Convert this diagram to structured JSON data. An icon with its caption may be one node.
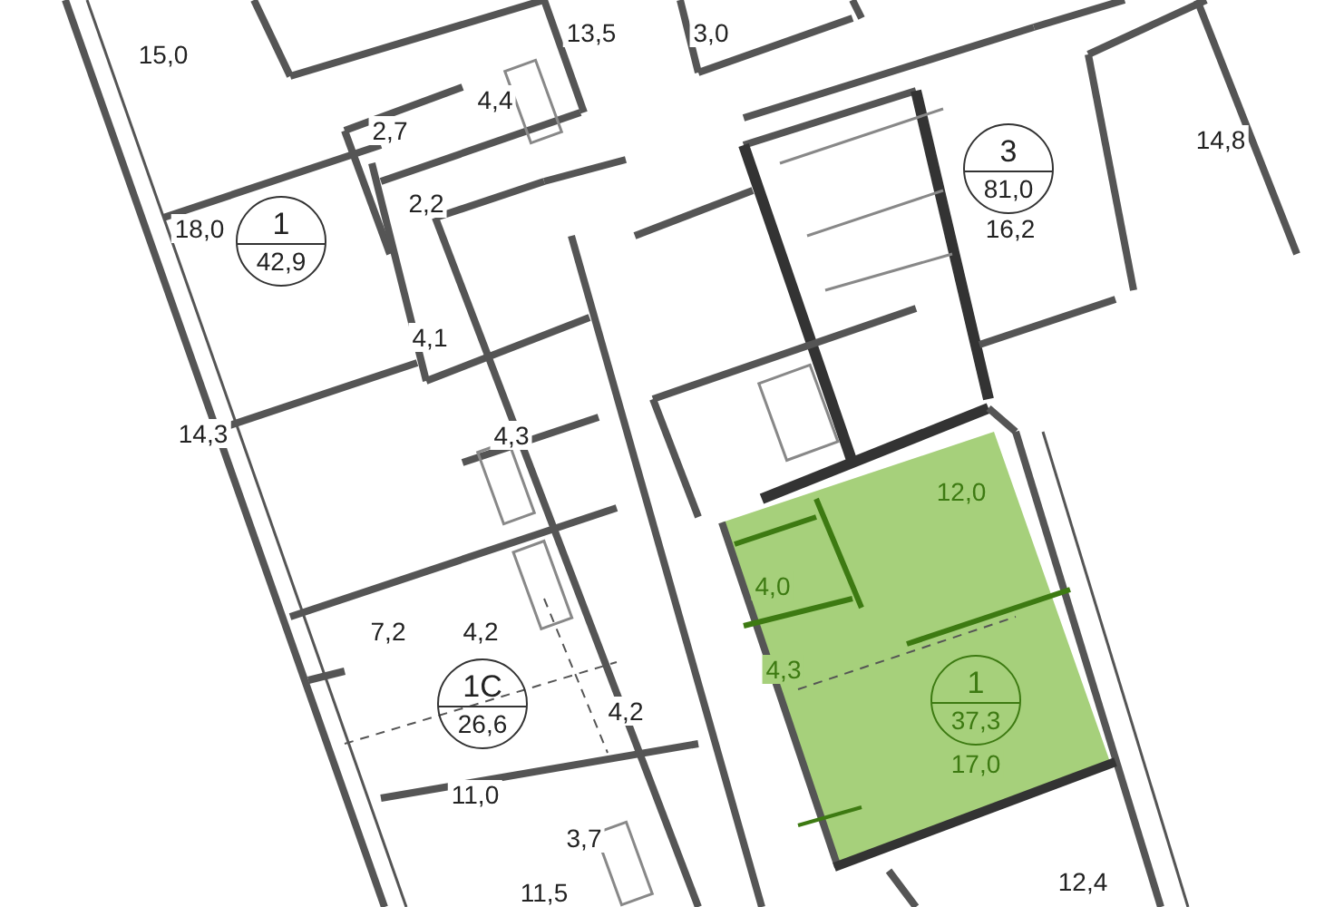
{
  "diagram": {
    "nodes": [
      {
        "text": [
          "3",
          "81,0"
        ]
      },
      {
        "text": [
          "1",
          "42,9"
        ]
      },
      {
        "text": [
          "1С",
          "26,6"
        ]
      },
      {
        "text": [
          "1",
          "37,3"
        ]
      }
    ],
    "labels": [
      "13,5",
      "3,0",
      "15,0",
      "4,4",
      "2,7",
      "14,8",
      "2,2",
      "18,0",
      "16,2",
      "4,1",
      "14,3",
      "4,3",
      "12,0",
      "4,0",
      "7,2",
      "4,2",
      "4,3",
      "4,2",
      "17,0",
      "11,0",
      "3,7",
      "12,4",
      "11,5"
    ]
  }
}
